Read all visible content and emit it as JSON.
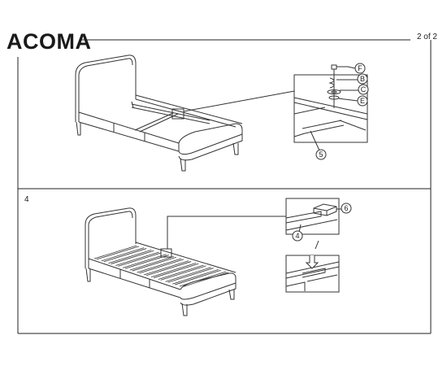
{
  "header": {
    "title": "ACOMA",
    "page_indicator": "2 of 2"
  },
  "step_top": {
    "part_labels": [
      "F",
      "B",
      "C",
      "E"
    ],
    "callout_number": "5"
  },
  "step_bottom": {
    "step_number": "4",
    "callout_numbers": [
      "6",
      "4"
    ]
  }
}
